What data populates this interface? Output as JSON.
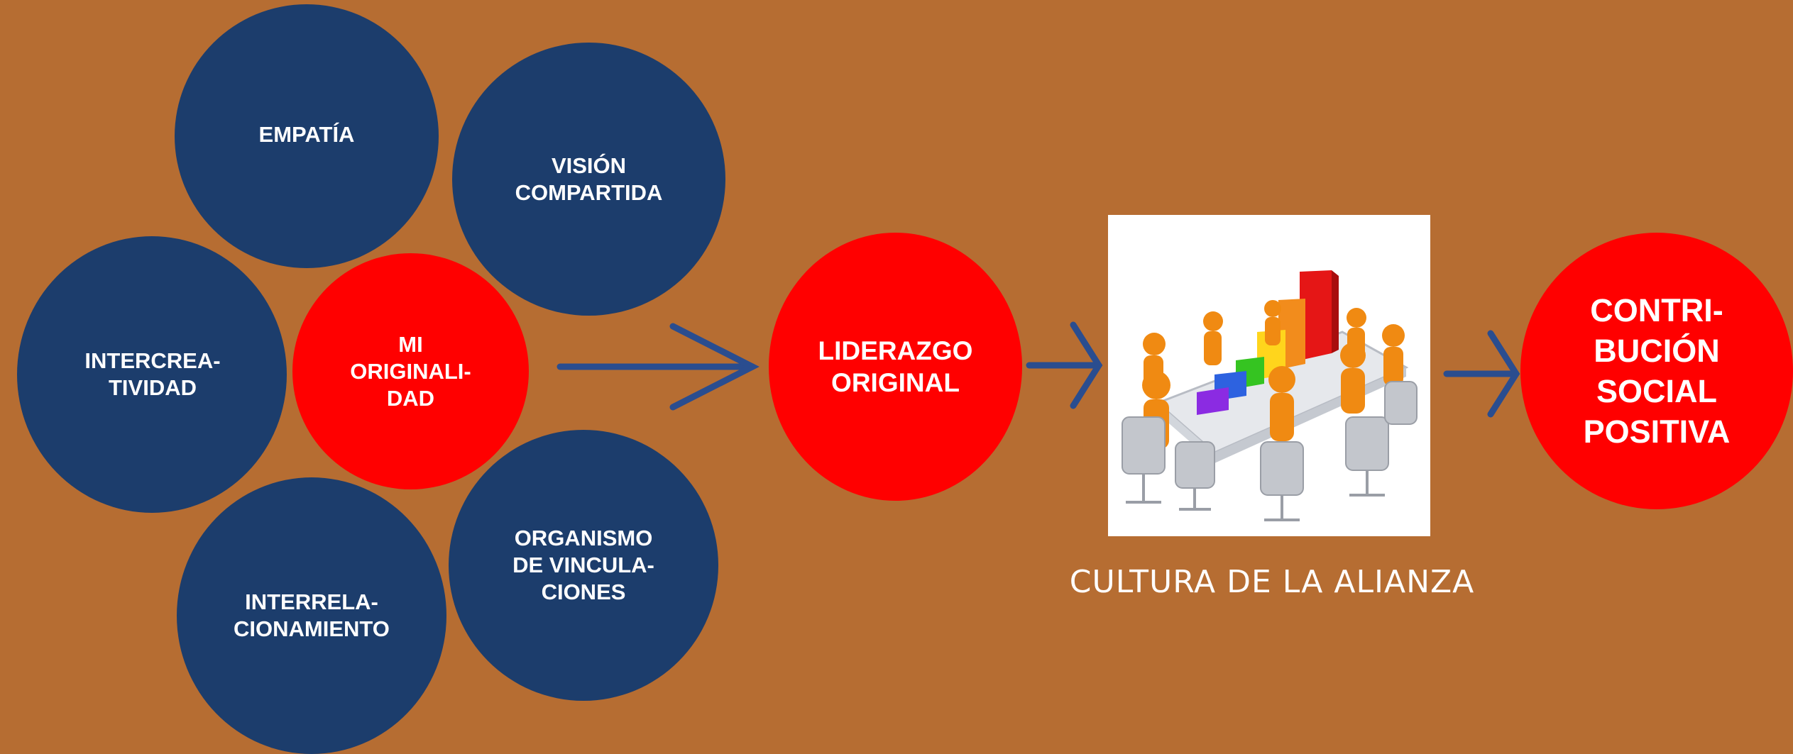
{
  "circles": {
    "empatia": "EMPATÍA",
    "vision": "VISIÓN\nCOMPARTIDA",
    "intercrea": "INTERCREA-\nTIVIDAD",
    "mi_originalidad": "MI\nORIGINALI-\nDAD",
    "interrela": "INTERRELA-\nCIONAMIENTO",
    "organismo": "ORGANISMO\nDE VINCULA-\nCIONES",
    "liderazgo": "LIDERAZGO\nORIGINAL",
    "contribucion": "CONTRI-\nBUCIÓN\nSOCIAL\nPOSITIVA"
  },
  "caption": "CULTURA DE LA ALIANZA",
  "colors": {
    "background": "#b66d32",
    "blue_circle": "#1c3d6c",
    "red_circle": "#ff0000",
    "arrow": "#2a4d8f"
  },
  "image": {
    "icon": "team-meeting-bar-chart-illustration"
  }
}
